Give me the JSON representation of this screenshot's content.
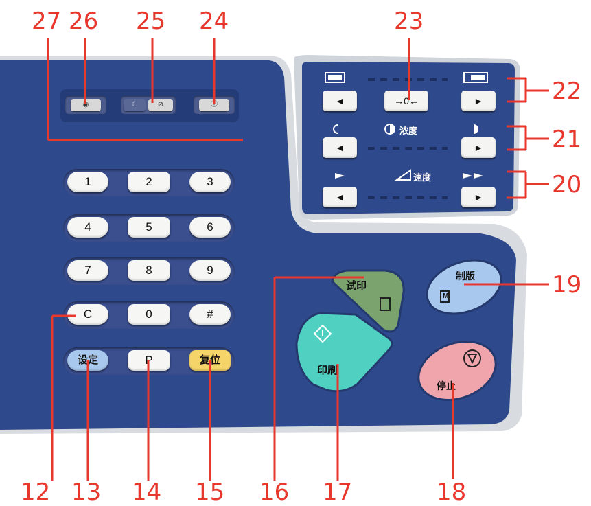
{
  "callouts": {
    "c27": "27",
    "c26": "26",
    "c25": "25",
    "c24": "24",
    "c23": "23",
    "c22": "22",
    "c21": "21",
    "c20": "20",
    "c19": "19",
    "c18": "18",
    "c17": "17",
    "c16": "16",
    "c15": "15",
    "c14": "14",
    "c13": "13",
    "c12": "12"
  },
  "keypad": {
    "k1": "1",
    "k2": "2",
    "k3": "3",
    "k4": "4",
    "k5": "5",
    "k6": "6",
    "k7": "7",
    "k8": "8",
    "k9": "9",
    "kc": "C",
    "k0": "0",
    "khash": "#",
    "set": "设定",
    "p": "P",
    "reset": "复位"
  },
  "adjust": {
    "density_label": "浓度",
    "speed_label": "速度",
    "center_value": "0",
    "left_arrow": "◄",
    "right_arrow": "►"
  },
  "actions": {
    "test_print": "试印",
    "print": "印刷",
    "platemaking": "制版",
    "stop": "停止",
    "m_mark": "M"
  },
  "colors": {
    "panel": "#2f4a8c",
    "callout": "#e8372d",
    "test_print": "#7aa36e",
    "print": "#4fd0c0",
    "platemaking": "#a9c8ee",
    "stop": "#f0a5ac",
    "set_key": "#a9c8ee",
    "reset_key": "#f5d46a"
  }
}
